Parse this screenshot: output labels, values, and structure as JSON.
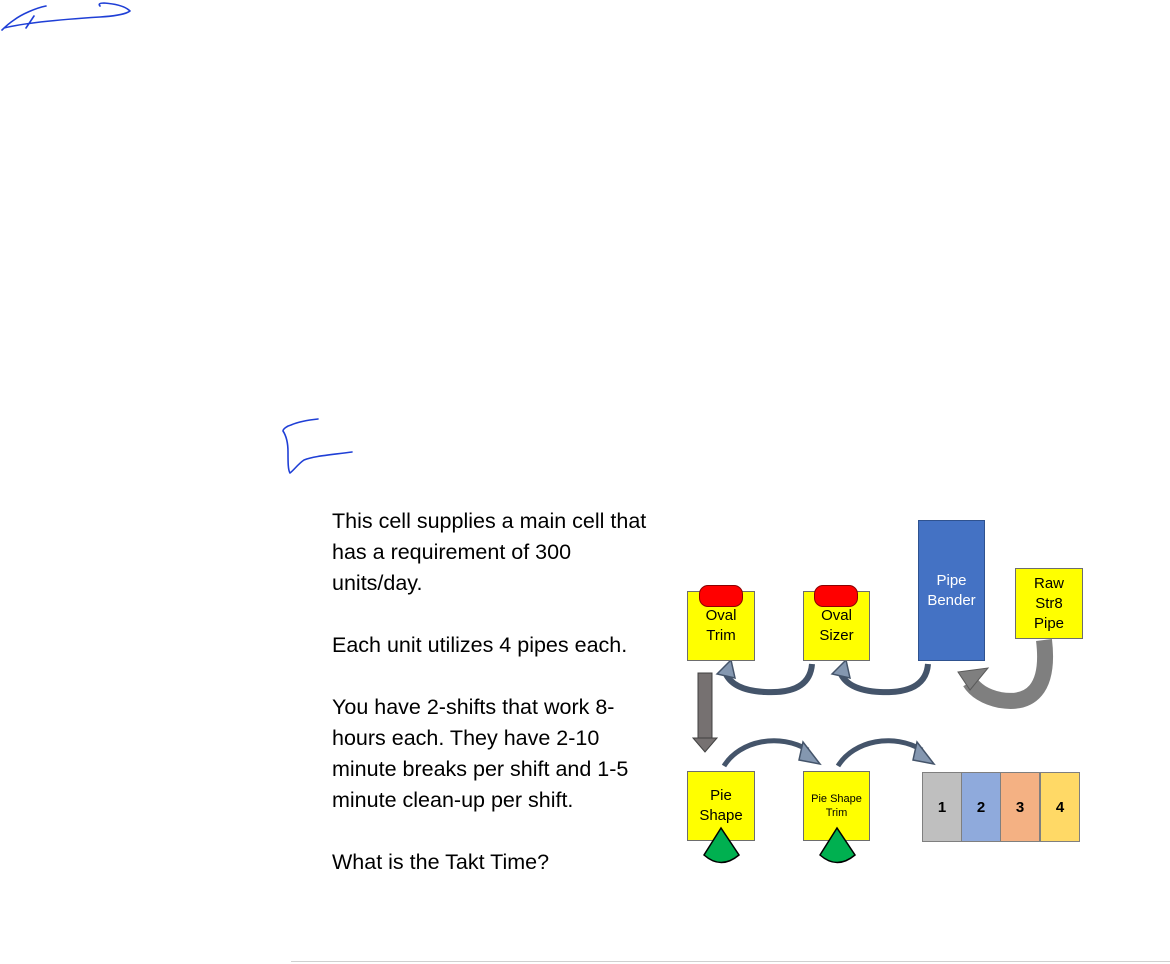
{
  "prompt": {
    "paragraphs": [
      "This cell supplies a main cell that has a requirement of 300 units/day.",
      "Each unit utilizes 4 pipes each.",
      "You have 2-shifts that work 8-hours each.  They have 2-10 minute breaks per shift and 1-5 minute clean-up per shift.",
      "What is the Takt Time?"
    ]
  },
  "stations": {
    "oval_trim": "Oval\nTrim",
    "oval_sizer": "Oval\nSizer",
    "pipe_bender": "Pipe\nBender",
    "raw_pipe": "Raw\nStr8\nPipe",
    "pie_shape": "Pie\nShape",
    "pie_shape_trim": "Pie Shape\nTrim"
  },
  "bins": [
    {
      "label": "1",
      "color": "#bfbfbf"
    },
    {
      "label": "2",
      "color": "#8faadc"
    },
    {
      "label": "3",
      "color": "#f4b183"
    },
    {
      "label": "4",
      "color": "#ffd966"
    }
  ],
  "colors": {
    "station_yellow": "#ffff00",
    "bender_blue": "#4472c4",
    "stop_signal": "#ff0000",
    "go_signal": "#00b050",
    "ink": "#1f3fd6",
    "flow_arrow": "#44546a"
  }
}
